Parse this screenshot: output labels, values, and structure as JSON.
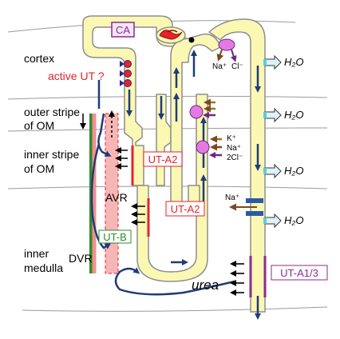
{
  "zones": {
    "cortex": "cortex",
    "outer_stripe_1": "outer stripe",
    "outer_stripe_2": "of OM",
    "inner_stripe_1": "inner stripe",
    "inner_stripe_2": "of OM",
    "inner_medulla_1": "inner",
    "inner_medulla_2": "medulla"
  },
  "labels": {
    "active_ut": "active UT ?",
    "ca": "CA",
    "ut_a2_upper": "UT-A2",
    "ut_a2_lower": "UT-A2",
    "ut_b": "UT-B",
    "ut_a13": "UT-A1/3",
    "avr": "AVR",
    "dvr": "DVR",
    "urea": "urea",
    "h2o": [
      "H₂O",
      "H₂O",
      "H₂O",
      "H₂O"
    ],
    "na_cortex": "Na⁺",
    "cl_cortex": "Cl⁻",
    "k_ion": "K⁺",
    "na_ion": "Na⁺",
    "cl2_ion": "2Cl⁻",
    "na_cd": "Na⁺"
  },
  "colors": {
    "tubule_fill": "#fbf8b4",
    "tubule_stroke": "#8e8e8e",
    "arrow_blue": "#1f3c78",
    "red": "#e8212b",
    "green": "#2e8b2e",
    "purple": "#8e2a8e",
    "olive": "#8c7a2a",
    "pink": "#f28f8f"
  }
}
